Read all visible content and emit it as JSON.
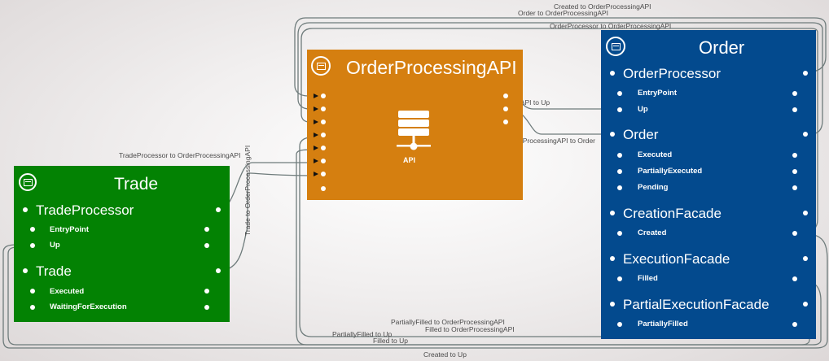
{
  "nodes": {
    "trade": {
      "title": "Trade",
      "groups": [
        {
          "label": "TradeProcessor",
          "ports": [
            "EntryPoint",
            "Up"
          ]
        },
        {
          "label": "Trade",
          "ports": [
            "Executed",
            "WaitingForExecution"
          ]
        }
      ]
    },
    "api": {
      "title": "OrderProcessingAPI",
      "icon_label": "API"
    },
    "order": {
      "title": "Order",
      "groups": [
        {
          "label": "OrderProcessor",
          "ports": [
            "EntryPoint",
            "Up"
          ]
        },
        {
          "label": "Order",
          "ports": [
            "Executed",
            "PartiallyExecuted",
            "Pending"
          ]
        },
        {
          "label": "CreationFacade",
          "ports": [
            "Created"
          ]
        },
        {
          "label": "ExecutionFacade",
          "ports": [
            "Filled"
          ]
        },
        {
          "label": "PartialExecutionFacade",
          "ports": [
            "PartiallyFilled"
          ]
        }
      ]
    }
  },
  "connections": [
    "Created to OrderProcessingAPI",
    "Order to OrderProcessingAPI",
    "OrderProcessor to OrderProcessingAPI",
    "OrderProcessingAPI to Up",
    "OrderProcessingAPI to Order",
    "TradeProcessor to OrderProcessingAPI",
    "Trade to OrderProcessingAPI",
    "PartiallyFilled to OrderProcessingAPI",
    "Filled to OrderProcessingAPI",
    "PartiallyFilled to Up",
    "Filled to Up",
    "Created to Up"
  ],
  "colors": {
    "trade": "#038203",
    "api": "#d57f10",
    "order": "#034a8e",
    "wire": "#6e7b7b"
  },
  "icons": {
    "collapse": "collapse-icon",
    "api": "server-icon"
  }
}
